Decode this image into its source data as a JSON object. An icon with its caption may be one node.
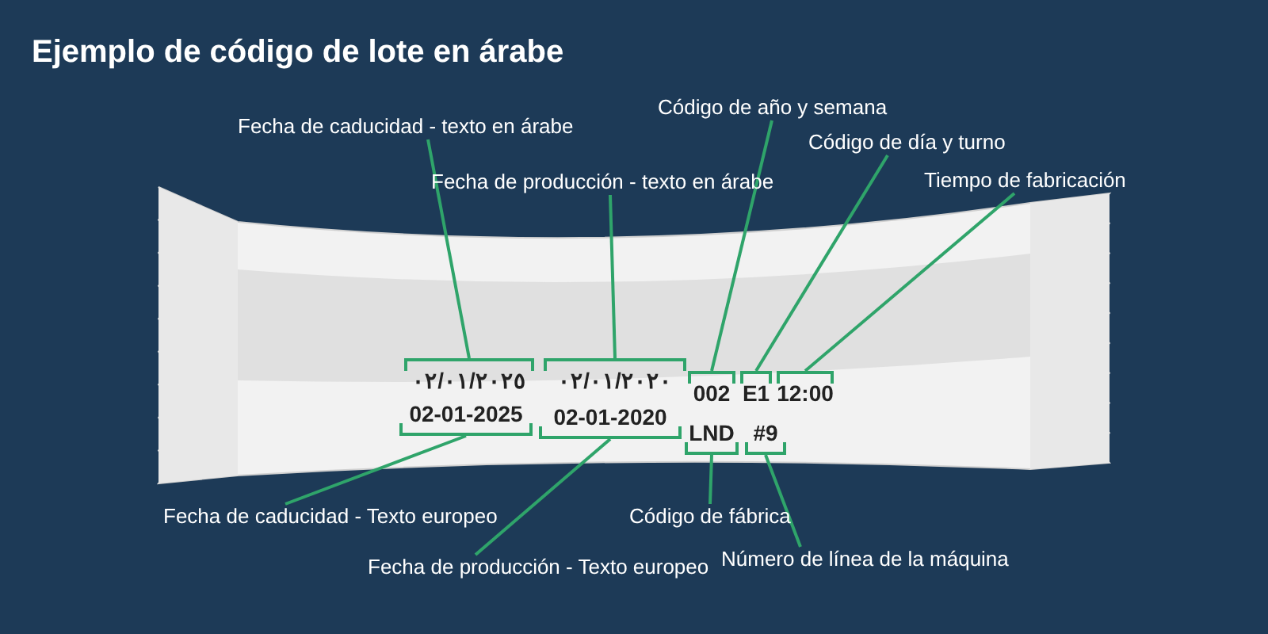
{
  "diagram": {
    "title": "Ejemplo de código de lote en árabe",
    "nodes": [
      {
        "text": [
          "Fecha de caducidad - texto en árabe"
        ]
      },
      {
        "text": [
          "Código de año y semana"
        ]
      },
      {
        "text": [
          "Código de día y turno"
        ]
      },
      {
        "text": [
          "Fecha de producción - texto en árabe"
        ]
      },
      {
        "text": [
          "Tiempo de fabricación"
        ]
      },
      {
        "text": [
          "٠٢/٠١/٢٠٢٥"
        ]
      },
      {
        "text": [
          "٠٢/٠١/٢٠٢٠"
        ]
      },
      {
        "text": [
          "002"
        ]
      },
      {
        "text": [
          "E1"
        ]
      },
      {
        "text": [
          "12:00"
        ]
      },
      {
        "text": [
          "02-01-2025"
        ]
      },
      {
        "text": [
          "02-01-2020"
        ]
      },
      {
        "text": [
          "LND"
        ]
      },
      {
        "text": [
          "#9"
        ]
      },
      {
        "text": [
          "Fecha de caducidad - Texto europeo"
        ]
      },
      {
        "text": [
          "Código de fábrica"
        ]
      },
      {
        "text": [
          "Fecha de producción - Texto europeo"
        ]
      },
      {
        "text": [
          "Número de línea de la máquina"
        ]
      }
    ],
    "edges": [
      {
        "from": 0,
        "to": 5,
        "arrow": "none"
      },
      {
        "from": 1,
        "to": 7,
        "arrow": "none"
      },
      {
        "from": 2,
        "to": 8,
        "arrow": "none"
      },
      {
        "from": 3,
        "to": 6,
        "arrow": "none"
      },
      {
        "from": 4,
        "to": 9,
        "arrow": "none"
      },
      {
        "from": 14,
        "to": 10,
        "arrow": "none"
      },
      {
        "from": 15,
        "to": 12,
        "arrow": "none"
      },
      {
        "from": 16,
        "to": 11,
        "arrow": "none"
      },
      {
        "from": 17,
        "to": 13,
        "arrow": "none"
      }
    ]
  }
}
